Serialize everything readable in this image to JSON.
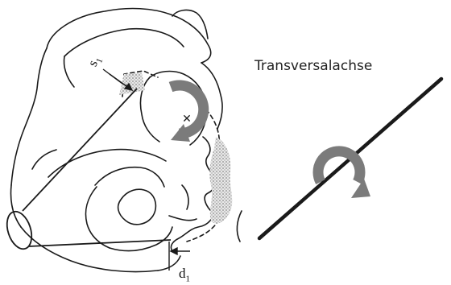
{
  "labels": {
    "axis": "Transversalachse",
    "s_main": "s",
    "s_sub": "1",
    "d_main": "d",
    "d_sub": "1"
  },
  "colors": {
    "line": "#1a1a1a",
    "rotation_arrow": "#7b7b7b",
    "hatch": "#b5b5b5",
    "background": "#ffffff"
  },
  "icons": {
    "left_rotation": "circular-arrow-clockwise",
    "right_rotation": "circular-arrow-clockwise"
  }
}
